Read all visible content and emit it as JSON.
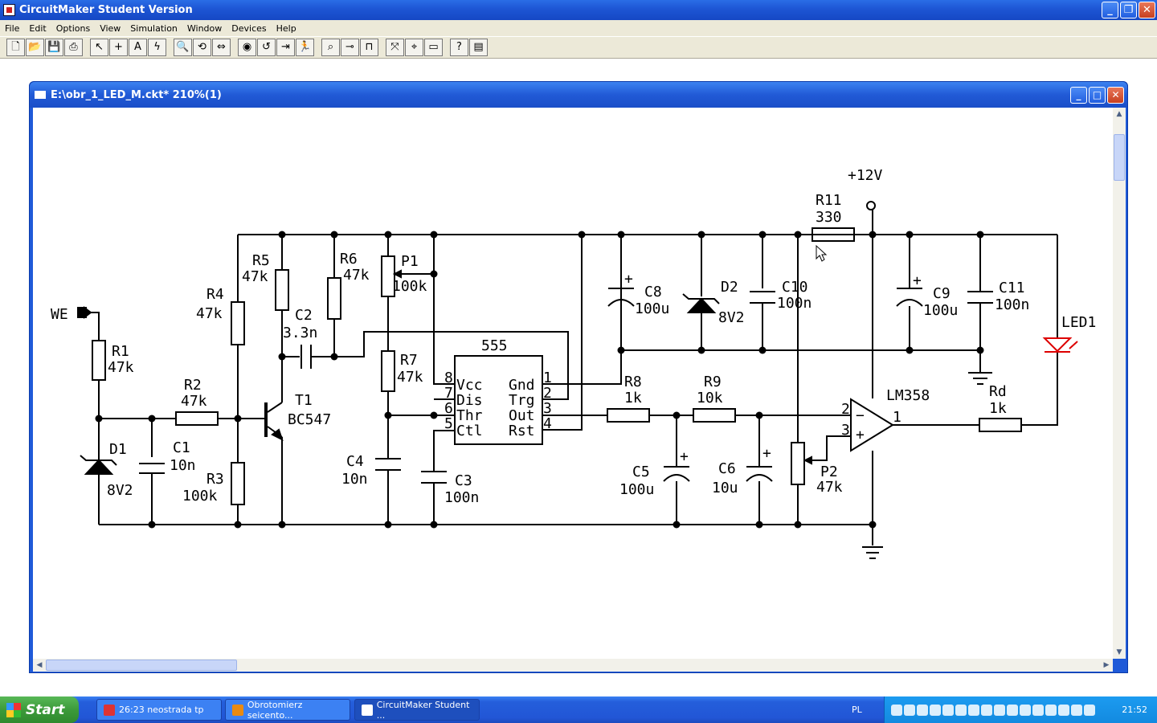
{
  "app": {
    "title": "CircuitMaker Student Version",
    "min": "_",
    "max": "❐",
    "close": "✕"
  },
  "menu": [
    "File",
    "Edit",
    "Options",
    "View",
    "Simulation",
    "Window",
    "Devices",
    "Help"
  ],
  "toolbar": [
    {
      "name": "new-icon",
      "g": "🗋"
    },
    {
      "name": "open-icon",
      "g": "📂"
    },
    {
      "name": "save-icon",
      "g": "💾"
    },
    {
      "name": "print-icon",
      "g": "⎙"
    },
    {
      "sep": true
    },
    {
      "name": "arrow-tool-icon",
      "g": "↖"
    },
    {
      "name": "wire-tool-icon",
      "g": "+"
    },
    {
      "name": "text-tool-icon",
      "g": "A"
    },
    {
      "name": "probe-tool-icon",
      "g": "ϟ"
    },
    {
      "sep": true
    },
    {
      "name": "zoom-icon",
      "g": "🔍"
    },
    {
      "name": "rotate-icon",
      "g": "⟲"
    },
    {
      "name": "mirror-icon",
      "g": "⇔"
    },
    {
      "sep": true
    },
    {
      "name": "digital-sim-icon",
      "g": "◉"
    },
    {
      "name": "reset-icon",
      "g": "↺"
    },
    {
      "name": "step-icon",
      "g": "⇥"
    },
    {
      "name": "run-icon",
      "g": "🏃"
    },
    {
      "sep": true
    },
    {
      "name": "trace-icon",
      "g": "⌕"
    },
    {
      "name": "probe-icon",
      "g": "⊸"
    },
    {
      "name": "waveform-icon",
      "g": "⊓"
    },
    {
      "sep": true
    },
    {
      "name": "expand-icon",
      "g": "⤧"
    },
    {
      "name": "search-icon",
      "g": "⌖"
    },
    {
      "name": "clipboard-icon",
      "g": "▭"
    },
    {
      "sep": true
    },
    {
      "name": "help-icon",
      "g": "?"
    },
    {
      "name": "color-icon",
      "g": "▤"
    }
  ],
  "doc": {
    "title": "E:\\obr_1_LED_M.ckt* 210%(1)"
  },
  "schematic": {
    "supply": "+12V",
    "input": "WE",
    "ic": {
      "name": "555",
      "pins_left": [
        "Vcc",
        "Dis",
        "Thr",
        "Ctl"
      ],
      "nums_left": [
        "8",
        "7",
        "6",
        "5"
      ],
      "pins_right": [
        "Gnd",
        "Trg",
        "Out",
        "Rst"
      ],
      "nums_right": [
        "1",
        "2",
        "3",
        "4"
      ]
    },
    "opamp": {
      "name": "LM358",
      "pin_minus": "2",
      "pin_plus": "3",
      "pin_out": "1"
    },
    "labels": {
      "R1": "R1",
      "R1v": "47k",
      "D1": "D1",
      "D1v": "8V2",
      "C1": "C1",
      "C1v": "10n",
      "R2": "R2",
      "R2v": "47k",
      "R3": "R3",
      "R3v": "100k",
      "R4": "R4",
      "R4v": "47k",
      "R5": "R5",
      "R5v": "47k",
      "T1": "T1",
      "T1v": "BC547",
      "C2": "C2",
      "C2v": "3.3n",
      "R6": "R6",
      "R6v": "47k",
      "P1": "P1",
      "P1v": "100k",
      "R7": "R7",
      "R7v": "47k",
      "C4": "C4",
      "C4v": "10n",
      "C3": "C3",
      "C3v": "100n",
      "C8": "C8",
      "C8v": "100u",
      "D2": "D2",
      "D2v": "8V2",
      "C10": "C10",
      "C10v": "100n",
      "R11": "R11",
      "R11v": "330",
      "C9": "C9",
      "C9v": "100u",
      "C11": "C11",
      "C11v": "100n",
      "LED1": "LED1",
      "R8": "R8",
      "R8v": "1k",
      "R9": "R9",
      "R9v": "10k",
      "C5": "C5",
      "C5v": "100u",
      "C6": "C6",
      "C6v": "10u",
      "P2": "P2",
      "P2v": "47k",
      "Rd": "Rd",
      "Rdv": "1k"
    }
  },
  "taskbar": {
    "start": "Start",
    "tasks": [
      {
        "label": "26:23 neostrada tp",
        "color": "#d33"
      },
      {
        "label": "Obrotomierz seicento...",
        "color": "#e98a12"
      },
      {
        "label": "CircuitMaker Student ...",
        "color": "#fff"
      }
    ],
    "lang": "PL",
    "clock": "21:52"
  }
}
